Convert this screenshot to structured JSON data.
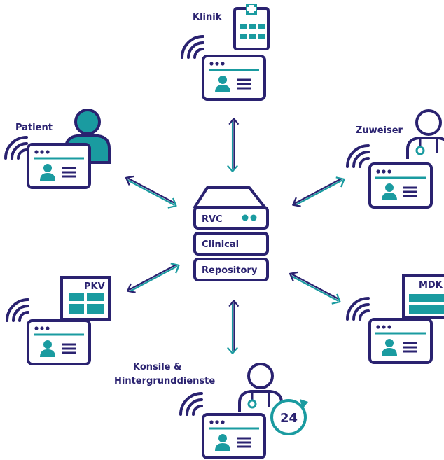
{
  "colors": {
    "navy": "#2a2270",
    "teal": "#1a9ba0",
    "background": "#ffffff"
  },
  "server": {
    "rvc_label": "RVC",
    "clinical_label": "Clinical",
    "repository_label": "Repository"
  },
  "nodes": {
    "klinik": {
      "label": "Klinik",
      "icon": "hospital-icon"
    },
    "patient": {
      "label": "Patient",
      "icon": "person-icon"
    },
    "zuweiser": {
      "label": "Zuweiser",
      "icon": "doctor-icon"
    },
    "pkv": {
      "label": "PKV",
      "icon": "document-icon"
    },
    "mdk": {
      "label": "MDK",
      "icon": "document-icon"
    },
    "konsile": {
      "label_line1": "Konsile &",
      "label_line2": "Hintergrunddienste",
      "badge": "24",
      "icon": "doctor-icon"
    }
  }
}
